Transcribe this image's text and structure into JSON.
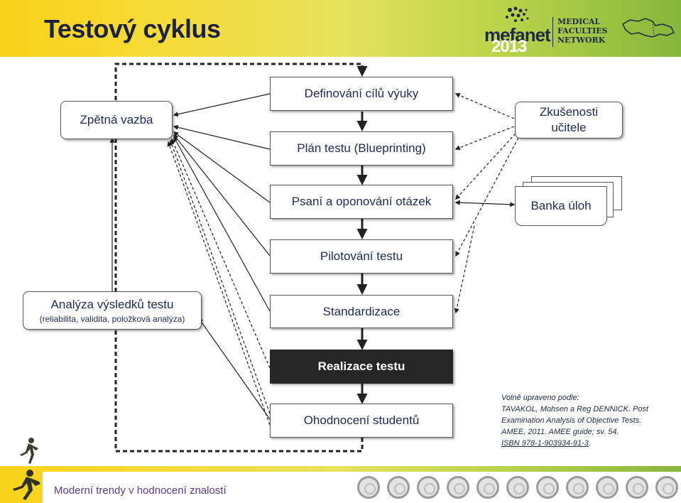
{
  "slide": {
    "title": "Testový cyklus"
  },
  "logo": {
    "name": "mefanet",
    "year": "2013",
    "network": [
      "MEDICAL",
      "FACULTIES",
      "NETWORK"
    ]
  },
  "diagram": {
    "nodes": {
      "definovani": "Definování cílů výuky",
      "plan": "Plán testu (Blueprinting)",
      "psani": "Psaní a oponování otázek",
      "pilotovani": "Pilotování testu",
      "standardizace": "Standardizace",
      "realizace": "Realizace testu",
      "ohodnoceni": "Ohodnocení studentů",
      "zpetna": "Zpětná vazba",
      "analyza_title": "Analýza výsledků testu",
      "analyza_sub": "(reliabilita, validita, položková analýza)",
      "zkusenosti": "Zkušenosti učitele",
      "banka": "Banka úloh"
    }
  },
  "citation": {
    "line1": "Volně upraveno podle:",
    "line2": "TAVAKOL, Mohsen a Reg DENNICK. Post",
    "line3": "Examination Analysis of Objective Tests.",
    "line4": "AMEE, 2011. AMEE guide; sv. 54.",
    "isbn": "ISBN 978-1-903934-91-3",
    "isbn_suffix": "."
  },
  "footer": {
    "text": "Moderní trendy v hodnocení znalostí"
  },
  "colors": {
    "band_start": "#f9d21a",
    "band_end": "#86b63c",
    "title": "#1b2240",
    "node_text": "#1f2a52",
    "dark_node": "#262626",
    "footer_text": "#5a3a8a"
  }
}
